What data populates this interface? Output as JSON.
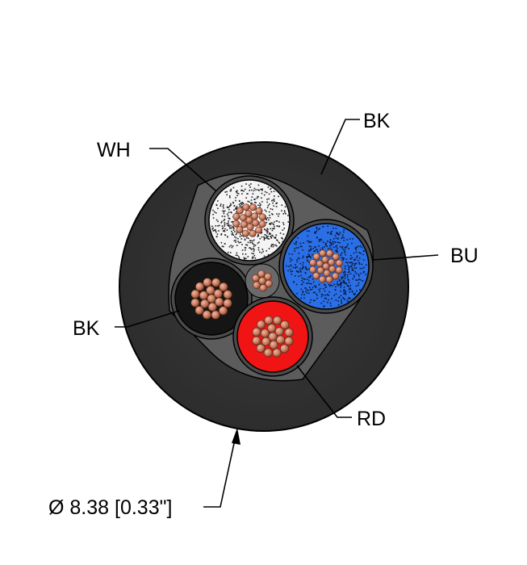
{
  "labels": {
    "jacket": "BK",
    "white_conductor": "WH",
    "blue_conductor": "BU",
    "black_conductor": "BK",
    "red_conductor": "RD",
    "diameter": "Ø 8.38 [0.33\"]"
  },
  "colors": {
    "jacket": "#323232",
    "filler": "#5a5a5a",
    "white_insulation": "#f2f2f2",
    "blue_insulation": "#2b6fe6",
    "black_insulation": "#141414",
    "red_insulation": "#f01414",
    "copper": "#c8785a"
  }
}
